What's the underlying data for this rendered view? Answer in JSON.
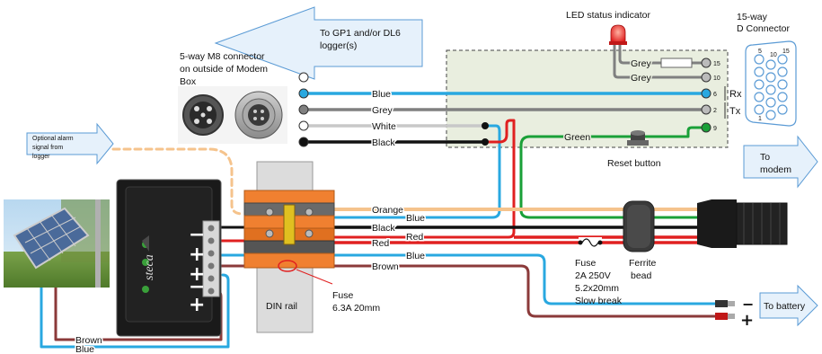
{
  "texts": {
    "arrow_logger": "To GP1 and/or DL6 logger(s)",
    "m8_connector": "5-way M8 connector on outside of Modem Box",
    "optional_alarm": "Optional alarm signal from logger",
    "led_indicator": "LED status indicator",
    "d_connector": "15-way D Connector",
    "to_modem": "To modem",
    "to_battery": "To battery",
    "reset_button": "Reset  button",
    "ferrite_bead": "Ferrite bead",
    "din_rail": "DIN rail",
    "fuse_small": "Fuse 6.3A 20mm",
    "fuse_large": "Fuse 2A 250V 5.2x20mm Slow break",
    "rx": "Rx",
    "tx": "Tx",
    "controller_brand": "steca"
  },
  "wires": {
    "blue_top": "Blue",
    "grey_top": "Grey",
    "white_top": "White",
    "black_top": "Black",
    "green": "Green",
    "grey_led": "Grey",
    "grey_pin10": "Grey",
    "orange": "Orange",
    "blue_mid": "Blue",
    "black_mid": "Black",
    "red_mid": "Red",
    "red_low": "Red",
    "blue_low": "Blue",
    "brown_low": "Brown",
    "brown_bottom": "Brown",
    "blue_bottom": "Blue"
  },
  "pins": {
    "p15": "15",
    "p10": "10",
    "p6": "6",
    "p2": "2",
    "p9": "9"
  },
  "dconn_pins": {
    "d5": "5",
    "d10": "10",
    "d15": "15",
    "d1": "1"
  },
  "controller_signs": [
    "−",
    "+",
    "+",
    "−",
    "+"
  ],
  "battery_signs": {
    "minus": "−",
    "plus": "+"
  },
  "colors": {
    "blue": "#29a8e0",
    "grey": "#808080",
    "white_wire": "#c8c8c8",
    "black": "#111111",
    "red": "#e02020",
    "green": "#1aa038",
    "orange": "#f5c38c",
    "brown": "#8b3a3a",
    "arrow_fill": "#e6f1fb",
    "arrow_stroke": "#5b9bd5",
    "box_fill": "#e9eedf"
  }
}
